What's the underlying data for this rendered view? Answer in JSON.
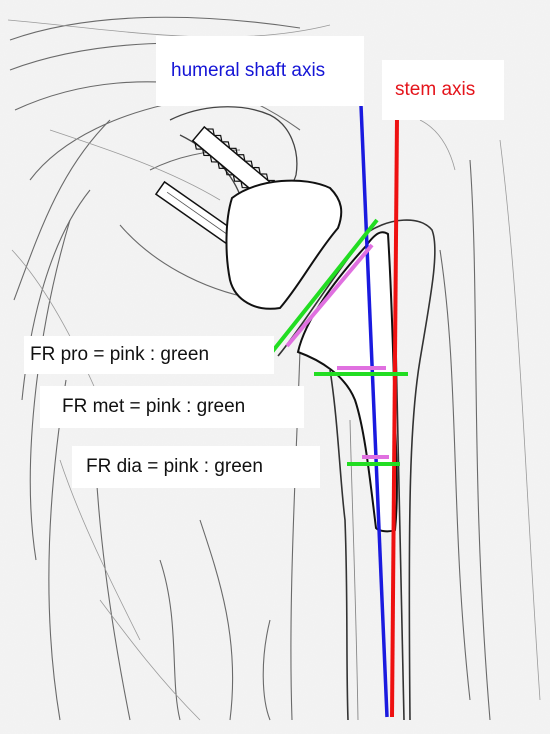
{
  "labels": {
    "humeral_shaft_axis": "humeral shaft axis",
    "stem_axis": "stem axis",
    "fr_pro": "FR pro = pink : green",
    "fr_met": "FR met = pink : green",
    "fr_dia": "FR dia = pink : green"
  },
  "colors": {
    "humeral_shaft_axis": "#1a1adf",
    "stem_axis": "#ee1111",
    "pink": "#e070e0",
    "green": "#22dd22"
  }
}
